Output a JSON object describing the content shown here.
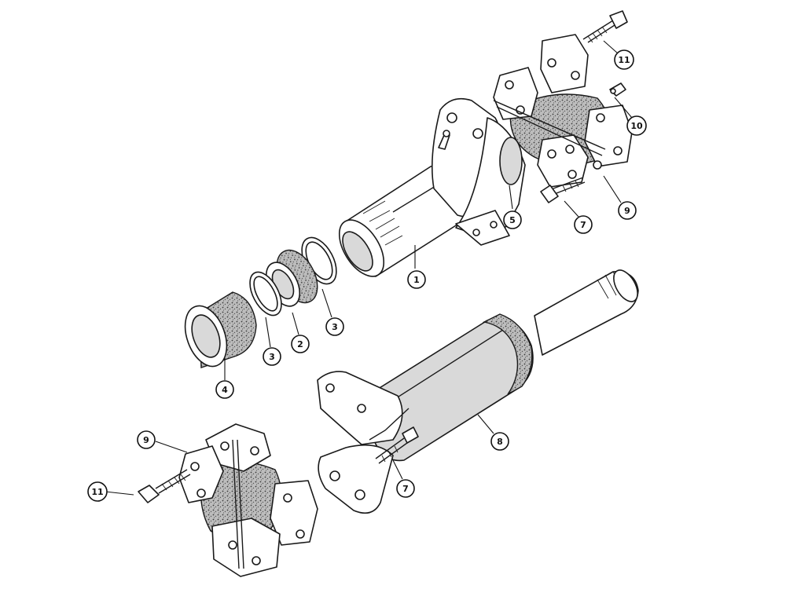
{
  "callouts": [
    {
      "id": "c1",
      "label": "1"
    },
    {
      "id": "c2",
      "label": "2"
    },
    {
      "id": "c3a",
      "label": "3"
    },
    {
      "id": "c3b",
      "label": "3"
    },
    {
      "id": "c4",
      "label": "4"
    },
    {
      "id": "c5",
      "label": "5"
    },
    {
      "id": "c7a",
      "label": "7"
    },
    {
      "id": "c7b",
      "label": "7"
    },
    {
      "id": "c8",
      "label": "8"
    },
    {
      "id": "c9a",
      "label": "9"
    },
    {
      "id": "c9b",
      "label": "9"
    },
    {
      "id": "c10",
      "label": "10"
    },
    {
      "id": "c11a",
      "label": "11"
    },
    {
      "id": "c11b",
      "label": "11"
    }
  ],
  "colors": {
    "ink": "#1a1a1a",
    "paper": "#ffffff",
    "shade": "#d9d9d9"
  }
}
